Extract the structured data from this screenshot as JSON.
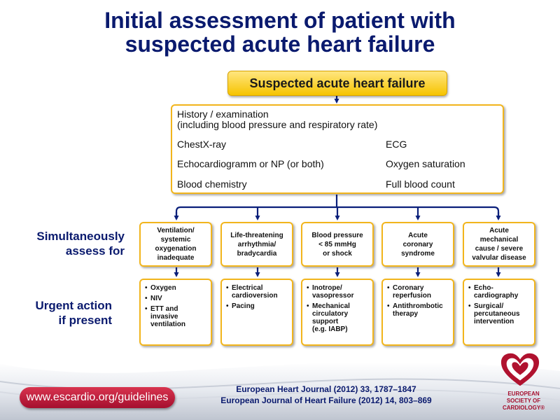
{
  "title": {
    "line1": "Initial assessment of patient with",
    "line2": "suspected acute heart failure"
  },
  "header_box": "Suspected acute heart failure",
  "history_box": {
    "line1": "History / examination",
    "line2": "(including blood pressure and respiratory rate)",
    "tests_left": [
      "ChestX-ray",
      "Echocardiogramm or NP (or both)",
      "Blood chemistry"
    ],
    "tests_right": [
      "ECG",
      "Oxygen saturation",
      "Full blood count"
    ]
  },
  "side_labels": {
    "assess_line1": "Simultaneously",
    "assess_line2": "assess for",
    "urgent_line1": "Urgent action",
    "urgent_line2": "if present"
  },
  "assess": [
    [
      "Ventilation/",
      "systemic",
      "oxygenation",
      "inadequate"
    ],
    [
      "Life-threatening",
      "arrhythmia/",
      "bradycardia"
    ],
    [
      "Blood pressure",
      "< 85 mmHg",
      "or shock"
    ],
    [
      "Acute",
      "coronary",
      "syndrome"
    ],
    [
      "Acute",
      "mechanical",
      "cause / severe",
      "valvular disease"
    ]
  ],
  "actions": [
    [
      [
        "Oxygen"
      ],
      [
        "NIV"
      ],
      [
        "ETT and",
        "invasive",
        "ventilation"
      ]
    ],
    [
      [
        "Electrical",
        "cardioversion"
      ],
      [
        "Pacing"
      ]
    ],
    [
      [
        "Inotrope/",
        "vasopressor"
      ],
      [
        "Mechanical",
        "circulatory",
        "support",
        "(e.g. IABP)"
      ]
    ],
    [
      [
        "Coronary",
        "reperfusion"
      ],
      [
        "Antithrombotic",
        "therapy"
      ]
    ],
    [
      [
        "Echo-",
        "cardiography"
      ],
      [
        "Surgical/",
        "percutaneous",
        "intervention"
      ]
    ]
  ],
  "footer": {
    "url": "www.escardio.org/guidelines",
    "journal1": "European Heart Journal (2012) 33, 1787–1847",
    "journal2": "European Journal of Heart Failure (2012) 14, 803–869",
    "logo_line1": "EUROPEAN",
    "logo_line2": "SOCIETY OF",
    "logo_line3": "CARDIOLOGY®"
  },
  "colors": {
    "title": "#0a1a6e",
    "box_border": "#f2b51c",
    "header_fill": "#f6c400",
    "arrow": "#0a1f7a",
    "url_pill": "#a50f2e"
  }
}
